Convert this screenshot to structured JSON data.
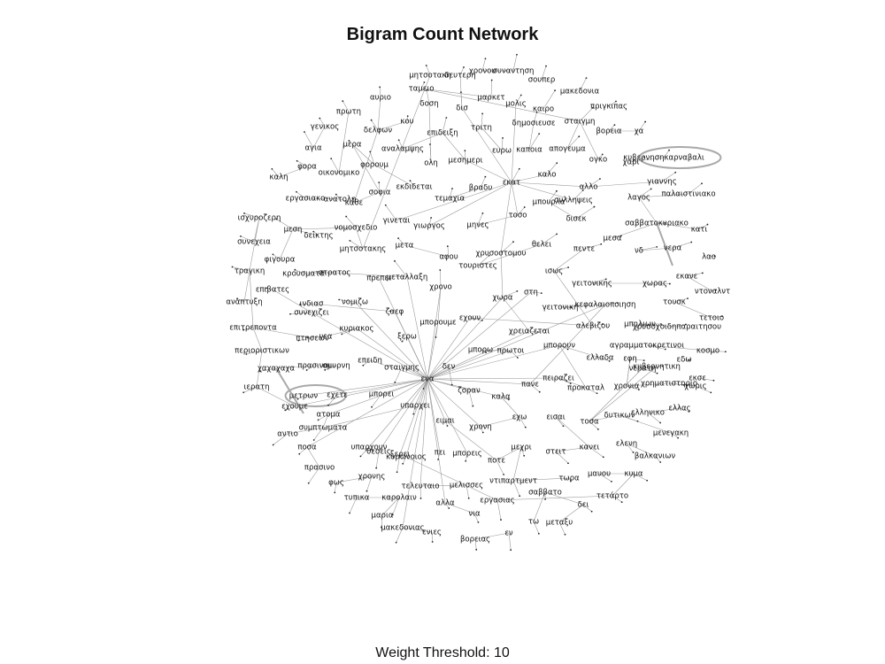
{
  "title": "Bigram Count Network",
  "footer": "Weight Threshold: 10",
  "colors": {
    "edge": "#9a9a9a",
    "label": "#111111",
    "background": "#ffffff"
  },
  "nodes": [
    "μητσοτακη",
    "δευτερη",
    "χρονου",
    "συναντηση",
    "σουπερ",
    "ταμειο",
    "αυριο",
    "μακεδονια",
    "δοση",
    "μαρκετ",
    "μολις",
    "πριγκιπας",
    "πρωτη",
    "δισ",
    "καιρο",
    "κου",
    "γενικος",
    "τριτη",
    "δημοσιευσε",
    "σταιγμη",
    "βορεια",
    "χα",
    "δελφων",
    "επιδειξη",
    "αγια",
    "μερα",
    "αναλαμψης",
    "ευρω",
    "καποια",
    "απογευμα",
    "ογκο",
    "κυβερνησηκαρναβαλι",
    "χαρι",
    "φορουμ",
    "ολη",
    "μεσημερι",
    "φορα",
    "καλη",
    "οικονομικο",
    "καλο",
    "εκδιδεται",
    "σοφια",
    "εκατ",
    "αλλο",
    "γιαννης",
    "εργασιακο",
    "ανατολη",
    "βραδυ",
    "λαγος",
    "παλαιστινιακο",
    "καθε",
    "τεμαχια",
    "συλληψεις",
    "ισχυροζερη",
    "γινεται",
    "γιωργος",
    "μηνες",
    "τοσο",
    "μπουρλα",
    "δισεκ",
    "σαββατοκυριακο",
    "ελλαδα",
    "συνεχεια",
    "μεση",
    "νομοσχεδιο",
    "δεικτης",
    "κατι",
    "μεσα",
    "νδ",
    "νερα",
    "φιγουρα",
    "μετα",
    "μητσοτακης",
    "θελει",
    "πεντε",
    "λαο",
    "αφου",
    "χρυσοστομου",
    "τουριστες",
    "τραγικη",
    "κρουσματα",
    "στρατος",
    "ισως",
    "εκανε",
    "μεταλλαξη",
    "πρεπει",
    "επιβατες",
    "γειτονικης",
    "χωρας",
    "χρονο",
    "ντοναλντ",
    "αναπτυξη",
    "ινδιασ",
    "νομιζω",
    "χωρα",
    "στη",
    "γειτονικη",
    "κεφαλαιοποιηση",
    "τουσκ",
    "συνεχιζει",
    "ζαεφ",
    "τετοιο",
    "μπορουμε",
    "εχουν",
    "μπηλιων",
    "χρυσοχοιδηπαραιτησου",
    "επιτρεποντα",
    "πτησεων",
    "νεα",
    "κυριακος",
    "ξερω",
    "χρειαζεται",
    "αλεβιζου",
    "αγραμματοκρετινοι",
    "περιοριστικων",
    "μπορω",
    "πρωτοι",
    "μπορουν",
    "κοσμο",
    "χαχαχαχα",
    "πρασινοι",
    "σμυρνη",
    "επειδη",
    "σταιγμης",
    "δεν",
    "εδω",
    "κυβερνητικη",
    "νερατη",
    "ιερατη",
    "εκσε",
    "ενα",
    "πειραζει",
    "εφη",
    "χρηματιστηριο",
    "χωρις",
    "εχουμε",
    "μετρων",
    "εχετε",
    "μπορει",
    "ζοραν",
    "καλα",
    "πανε",
    "προκαταλ",
    "χρονια",
    "ελληνικο",
    "ελλας",
    "υπαρχει",
    "ατομα",
    "αντιο",
    "συμπτωματα",
    "ειμαι",
    "εχω",
    "εισαι",
    "τοσα",
    "δυτικων",
    "μενεγακη",
    "ποσα",
    "υπαρχουν",
    "θεσεις",
    "ξερει",
    "χρονη",
    "πει",
    "ελενη",
    "κανει",
    "στειτ",
    "μεχρι",
    "βαλκανιων",
    "μαυου",
    "κυμα",
    "πρασινο",
    "κορωνοιος",
    "μπορεις",
    "ποτε",
    "χρονης",
    "ντιπαρτμεντ",
    "τωρα",
    "φως",
    "τελευταιο",
    "μελισσες",
    "εργασιας",
    "σαββατο",
    "δει",
    "τετάρτο",
    "τυπικα",
    "καρολαιν",
    "αλλα",
    "μαρια",
    "τω",
    "μεταξυ",
    "μακεδονιας",
    "νια",
    "ενιες",
    "βορειας",
    "εν"
  ]
}
